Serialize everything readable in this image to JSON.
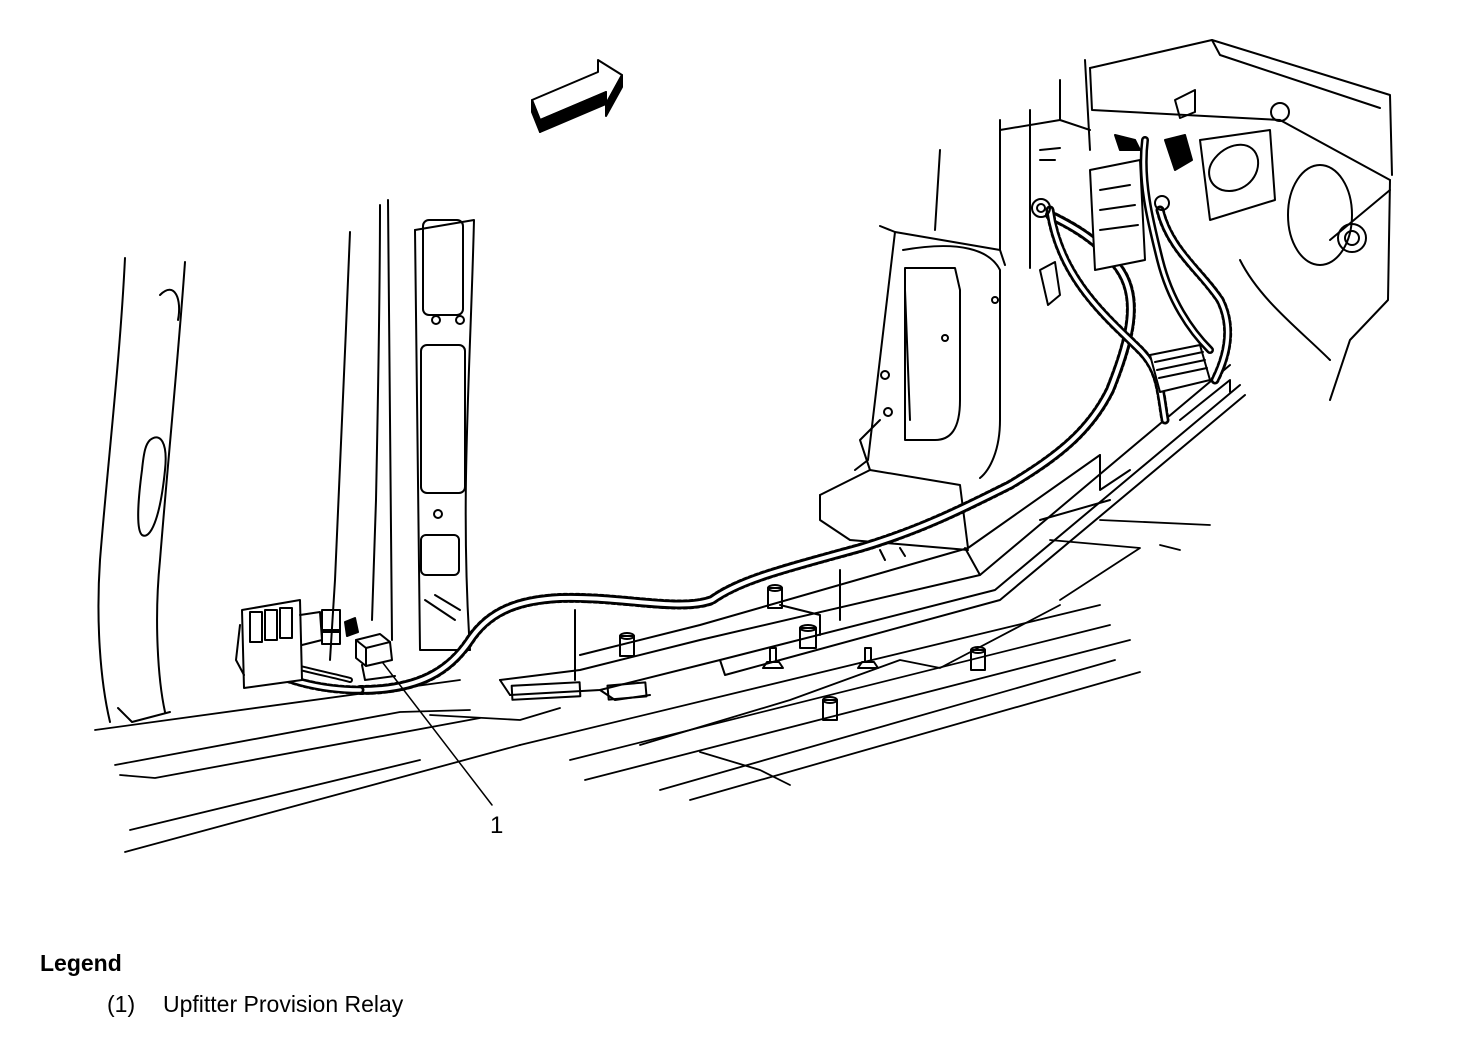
{
  "diagram": {
    "callouts": [
      {
        "number": "1"
      }
    ]
  },
  "legend": {
    "title": "Legend",
    "items": [
      {
        "number": "(1)",
        "label": "Upfitter Provision Relay"
      }
    ]
  }
}
